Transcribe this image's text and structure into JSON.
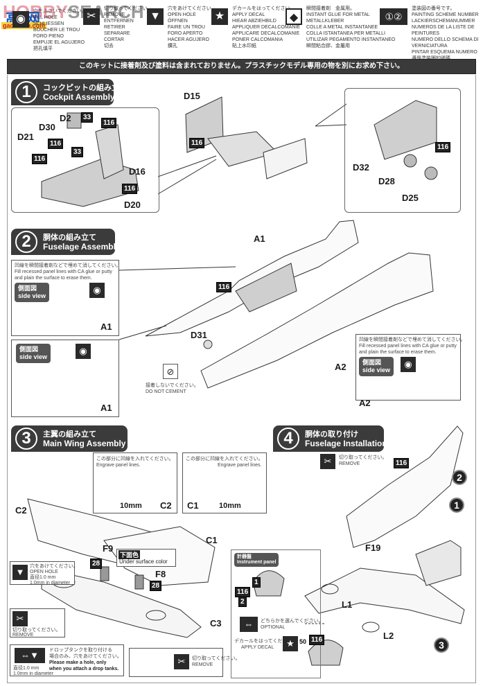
{
  "watermark": {
    "brand_a": "HOBBY",
    "brand_b": "SEARCH",
    "overlay": "高 网",
    "overlay_sub": "gao.shou.com"
  },
  "legend": [
    {
      "icon": "fill-hole-icon",
      "glyph": "◉",
      "lines": [
        "穴をふさいでください。",
        "FILL HOLE",
        "SCHLIESSEN",
        "BOUCHER LE TROU",
        "FORO PIENO",
        "EMPUJE EL AGUJERO",
        "把孔填平"
      ]
    },
    {
      "icon": "remove-icon",
      "glyph": "✂",
      "lines": [
        "切り取ってください。",
        "REMOVE",
        "ENTFERNEN",
        "RETIRER",
        "SEPARARE",
        "CORTAR",
        "切去"
      ]
    },
    {
      "icon": "open-hole-icon",
      "glyph": "▼",
      "lines": [
        "穴をあけてください。",
        "OPEN HOLE",
        "ÖFFNEN",
        "FAIRE UN TROU",
        "FORO APERTO",
        "HACER AGUJERO",
        "鑽孔"
      ]
    },
    {
      "icon": "apply-decal-icon",
      "glyph": "★",
      "lines": [
        "デカールをはってください。",
        "APPLY DECAL",
        "HIEAR ABZIEHBILD",
        "APPLIQUER DECALCOMANIE",
        "APPLICARE DECALCOMANIE",
        "PONER CALCOMANIA",
        "貼上水印紙"
      ]
    },
    {
      "icon": "metal-glue-icon",
      "glyph": "◆",
      "lines": [
        "瞬間接着剤　金属用。",
        "INSTANT GLUE FOR METAL",
        "METALLKLEBER",
        "COLLE A METAL INSTANTANEE",
        "COLLA ISTANTANEA PER METALLI",
        "UTILIZAR PEGAMENTO INSTANTANEO",
        "瞬間粘合膠、金屬用"
      ]
    },
    {
      "icon": "painting-scheme-icon",
      "glyph": "①②",
      "lines": [
        "塗装図の番号です。",
        "PAINTING SCHEME NUMBER",
        "LACKIERSCHEMANUMMER",
        "NUMEROS DE LA LISTE DE",
        "PEINTURES",
        "NUMERO DELLO SCHEMA DI",
        "VERNICIATURA",
        "PINTAR ESQUEMA NUMERO",
        "遵是塗裝圖的號碼"
      ]
    }
  ],
  "notice": "このキットに接着剤及び塗料は含まれておりません。プラスチックモデル専用の物を別にお求め下さい。",
  "steps": [
    {
      "num": "1",
      "jp": "コックピットの組み立て",
      "en": "Cockpit Assembly",
      "parts": [
        "D2",
        "D30",
        "D21",
        "D16",
        "D20",
        "D15",
        "D32",
        "D28",
        "D25"
      ],
      "paints": [
        "33",
        "116"
      ]
    },
    {
      "num": "2",
      "jp": "胴体の組み立て",
      "en": "Fuselage Assembly",
      "parts": [
        "A1",
        "A2",
        "D31"
      ],
      "paints": [
        "116"
      ],
      "fill_note_jp": "凹線を瞬間接着剤などで埋めて消してください。",
      "fill_note_en1": "Fill recessed panel lines with CA glue or putty",
      "fill_note_en2": "and plain the surface to erase them.",
      "side_view_jp": "側面図",
      "side_view_en": "side view",
      "no_cement_jp": "接着しないでください。",
      "no_cement_en": "DO NOT CEMENT"
    },
    {
      "num": "3",
      "jp": "主翼の組み立て",
      "en": "Main Wing Assembly",
      "parts": [
        "C2",
        "C1",
        "C3",
        "F9",
        "F8"
      ],
      "paints": [
        "28"
      ],
      "engrave_jp": "この部分に凹線を入れてください。",
      "engrave_en": "Engrave panel lines.",
      "dim": "10mm",
      "under_jp": "下面色",
      "under_en": "Under surface color",
      "open_hole_jp": "穴をあけてください。",
      "open_hole_en": "OPEN HOLE",
      "diam_jp": "直径1.0 mm",
      "diam_en": "1.0mm in diameter",
      "remove_jp": "切り取ってください。",
      "remove_en": "REMOVE",
      "drop_jp1": "ドロップタンクを取り付ける",
      "drop_jp2": "場合のみ、穴をあけてください。",
      "drop_en1": "Please make a hole, only",
      "drop_en2": "when you attach a drop tanks."
    },
    {
      "num": "4",
      "jp": "胴体の取り付け",
      "en": "Fuselage Installation",
      "parts": [
        "F19",
        "L1",
        "L2"
      ],
      "paints": [
        "116",
        "1",
        "2",
        "50"
      ],
      "remove_jp": "切り取ってください。",
      "remove_en": "REMOVE",
      "ip_jp": "計器盤",
      "ip_en": "Instrument panel",
      "optional_jp": "どちらかを選んでください。",
      "optional_en": "OPTIONAL",
      "decal_jp": "デカールをはってください。",
      "decal_en": "APPLY DECAL",
      "refs": [
        "2",
        "1",
        "3"
      ]
    }
  ]
}
